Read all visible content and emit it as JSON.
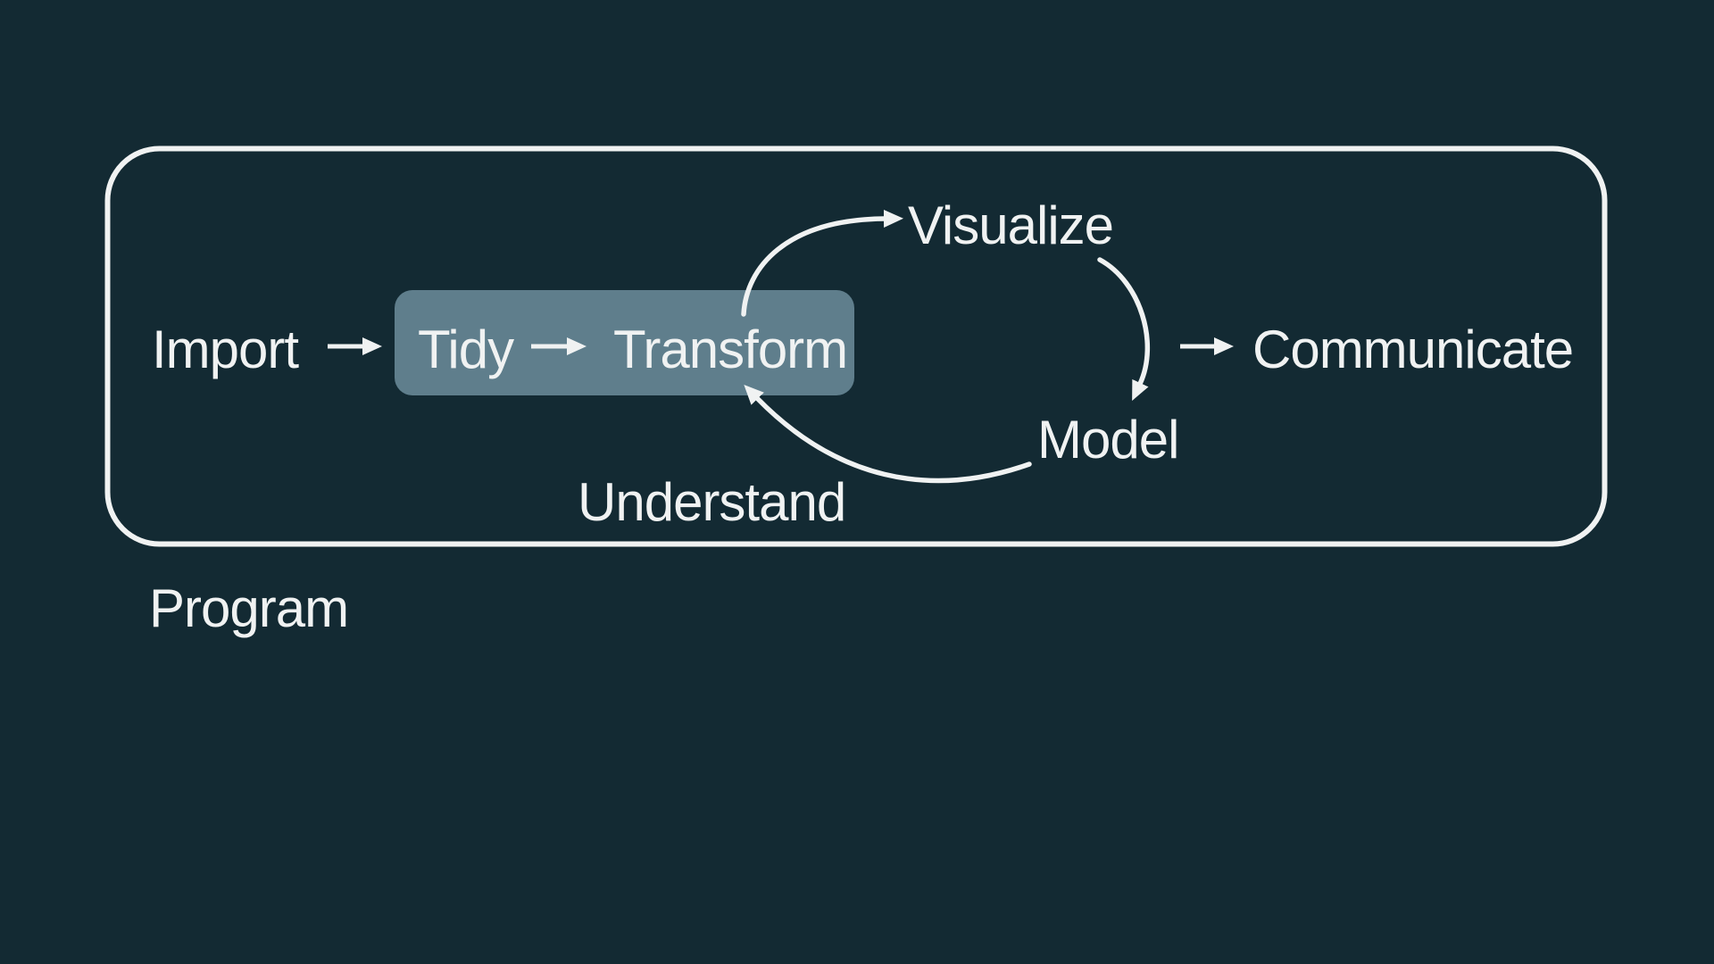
{
  "slide": {
    "background_color": "#132a33",
    "foreground_color": "#f0f2f2",
    "highlight_color": "#5f7e8c"
  },
  "workflow": {
    "import_label": "Import",
    "tidy_label": "Tidy",
    "transform_label": "Transform",
    "visualize_label": "Visualize",
    "model_label": "Model",
    "communicate_label": "Communicate",
    "understand_label": "Understand",
    "program_label": "Program"
  }
}
